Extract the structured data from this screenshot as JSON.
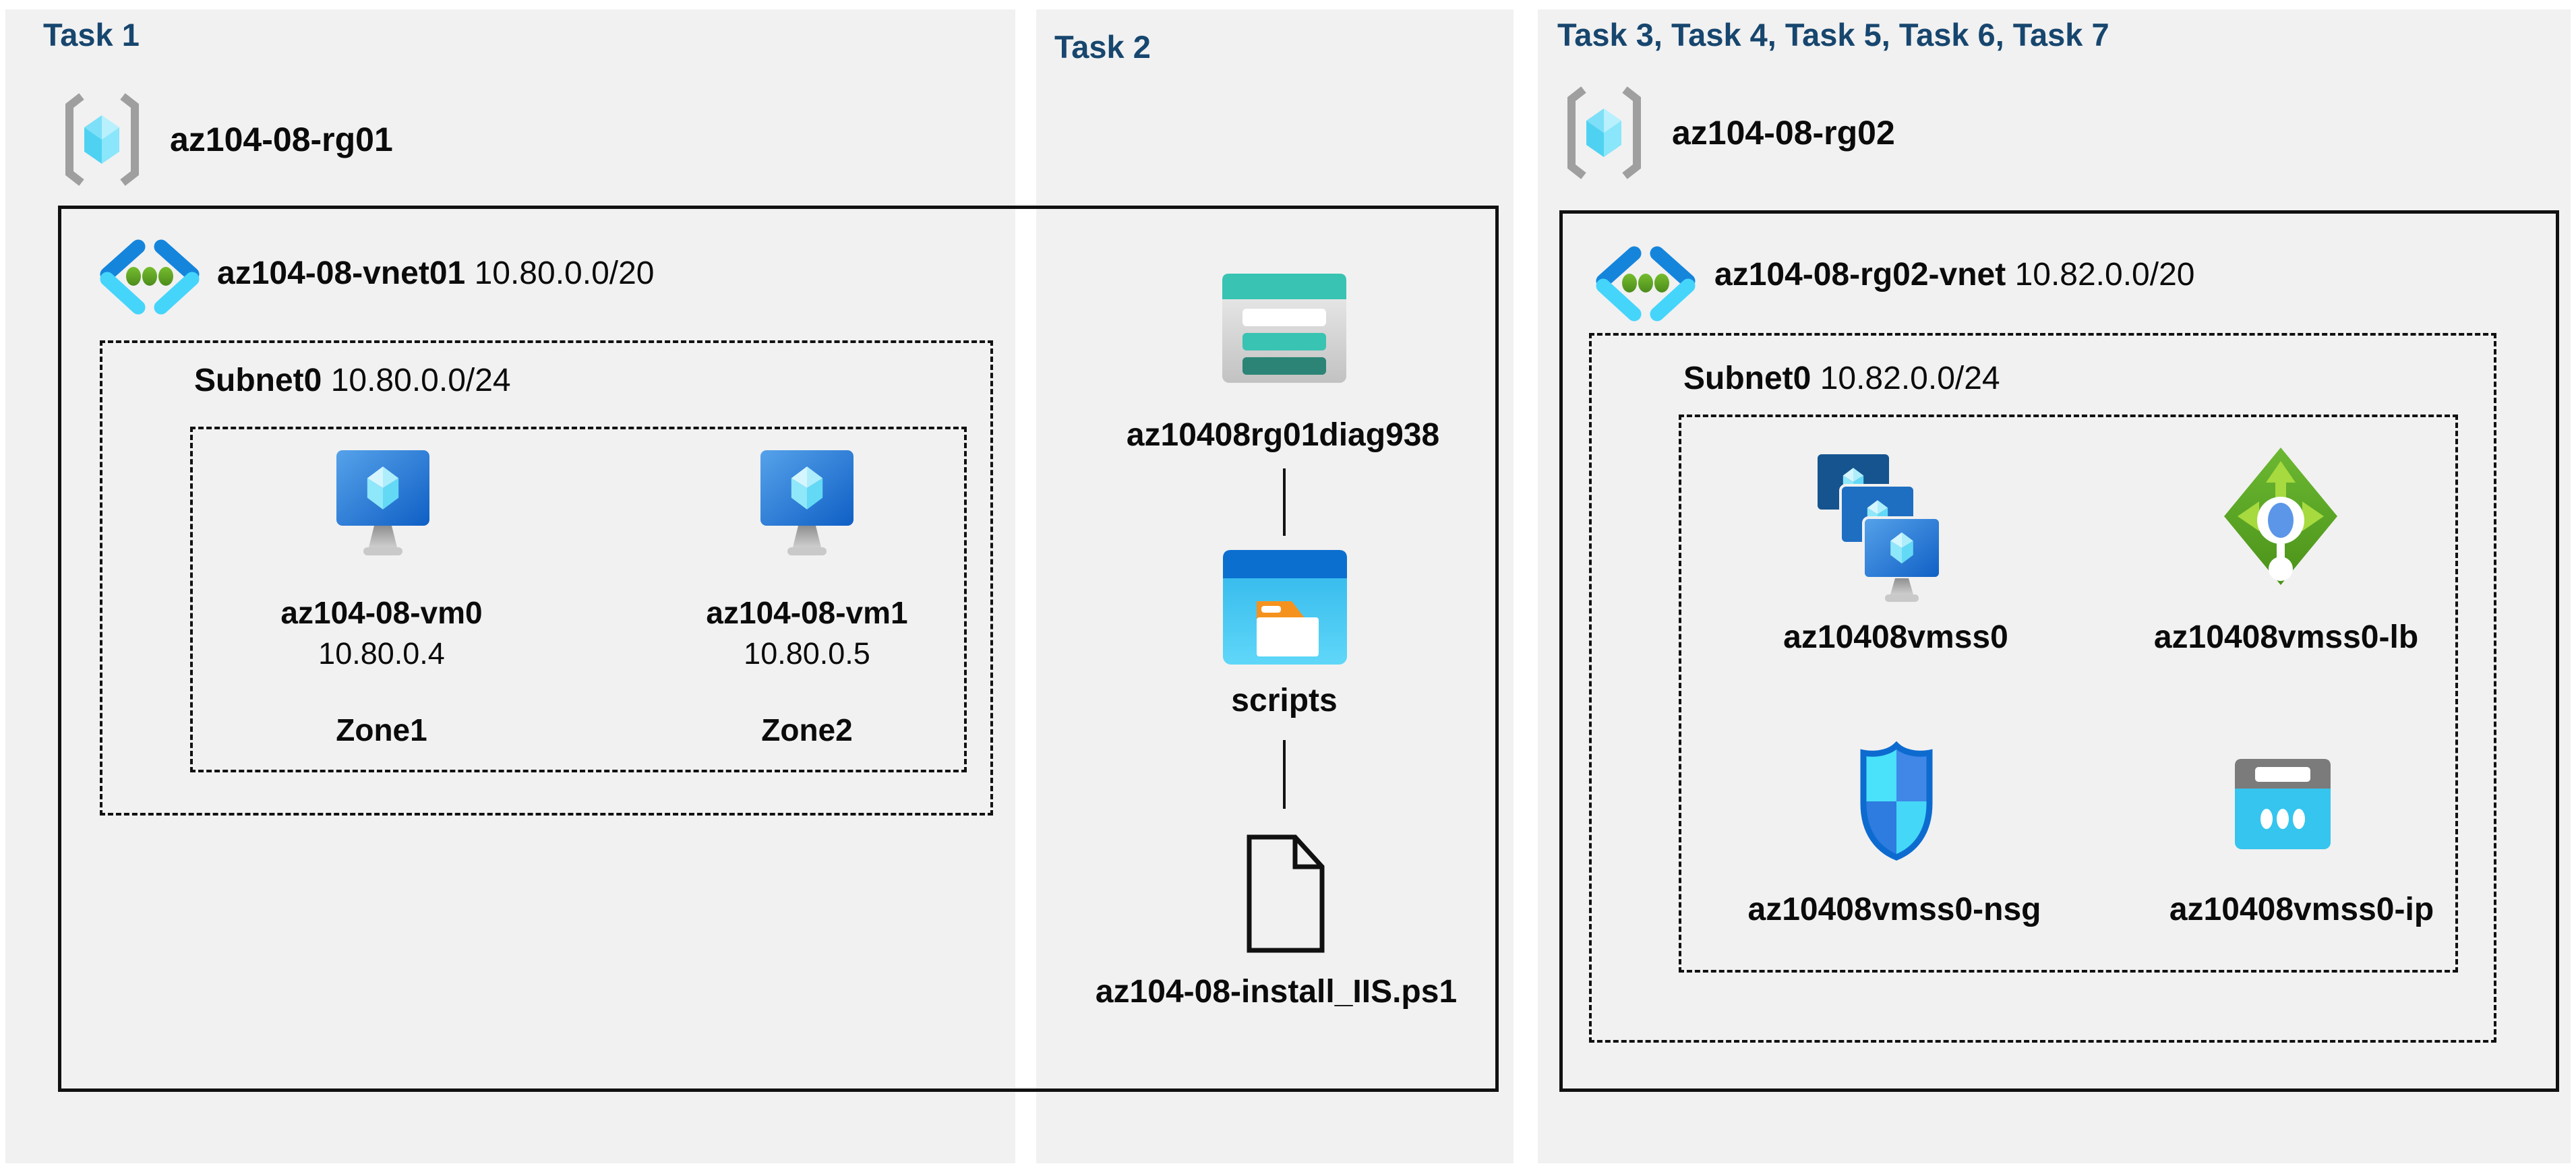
{
  "panels": {
    "task1": {
      "header": "Task 1",
      "resource_group": {
        "name": "az104-08-rg01"
      },
      "vnet": {
        "name": "az104-08-vnet01",
        "cidr": "10.80.0.0/20"
      },
      "subnet": {
        "name": "Subnet0",
        "cidr": "10.80.0.0/24"
      },
      "vms": [
        {
          "name": "az104-08-vm0",
          "ip": "10.80.0.4",
          "zone": "Zone1"
        },
        {
          "name": "az104-08-vm1",
          "ip": "10.80.0.5",
          "zone": "Zone2"
        }
      ]
    },
    "task2": {
      "header": "Task 2",
      "storage_account": "az10408rg01diag938",
      "container": "scripts",
      "file": "az104-08-install_IIS.ps1"
    },
    "task3": {
      "header": "Task 3, Task 4, Task 5, Task 6, Task 7",
      "resource_group": {
        "name": "az104-08-rg02"
      },
      "vnet": {
        "name": "az104-08-rg02-vnet",
        "cidr": "10.82.0.0/20"
      },
      "subnet": {
        "name": "Subnet0",
        "cidr": "10.82.0.0/24"
      },
      "resources": {
        "vmss": {
          "name": "az10408vmss0"
        },
        "lb": {
          "name": "az10408vmss0-lb"
        },
        "nsg": {
          "name": "az10408vmss0-nsg"
        },
        "ip": {
          "name": "az10408vmss0-ip"
        }
      }
    }
  },
  "colors": {
    "header_navy": "#17466e",
    "panel_bg": "#f1f1f1",
    "box_border": "#111111",
    "vnet_blue": "#1585dc",
    "vnet_cyan": "#45d5fb",
    "vnet_green": "#5a9b22",
    "vm_blue_dark": "#0f5fc5",
    "vm_blue_light": "#56a2ea",
    "lb_green": "#5aa52c",
    "nsg_border_blue": "#0d6bd0",
    "storage_teal": "#38c3b2",
    "storage_teal_dark": "#2b8476",
    "folder_header_blue": "#0b6fd0",
    "folder_tab_orange": "#f5921e",
    "ip_cyan": "#35c5ee"
  }
}
